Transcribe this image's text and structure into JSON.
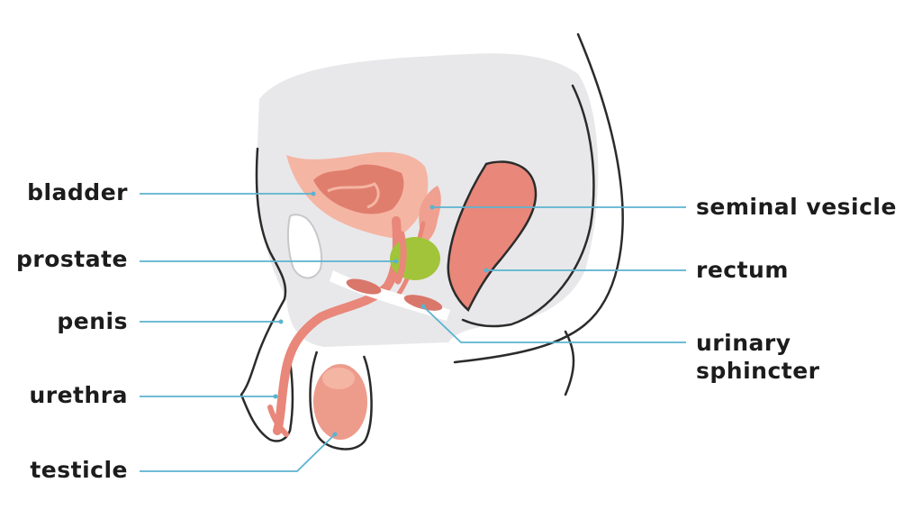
{
  "labels": {
    "bladder": "bladder",
    "prostate": "prostate",
    "penis": "penis",
    "urethra": "urethra",
    "testicle": "testicle",
    "seminal_vesicle": "seminal vesicle",
    "rectum": "rectum",
    "urinary_sphincter_line1": "urinary",
    "urinary_sphincter_line2": "sphincter"
  },
  "colors": {
    "body_fill": "#e8e8ea",
    "outline": "#2b2b2b",
    "bladder": "#f5b5a3",
    "bladder_dark": "#e07e6e",
    "prostate": "#a2c43a",
    "rectum": "#e8877a",
    "sphincter": "#d9776a",
    "testicle": "#ed9c8c",
    "leader_line": "#5bb3d0",
    "bone": "#ffffff"
  }
}
